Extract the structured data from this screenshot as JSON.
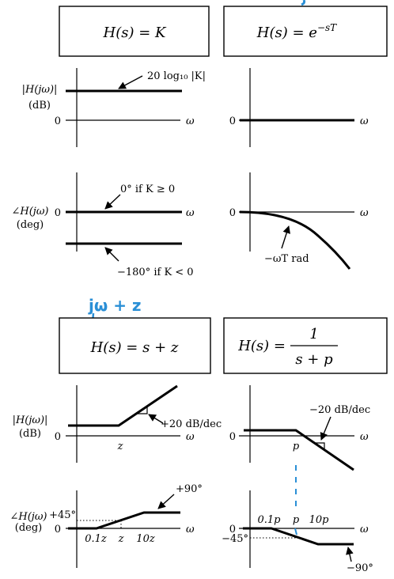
{
  "hand_note": "jω + z",
  "panels": {
    "gain": {
      "title": "H(s) = K",
      "mag_label": [
        "|H(jω)|",
        "(dB)"
      ],
      "mag_zero": "0",
      "mag_axis": "ω",
      "mag_annotation": "20 log₁₀ |K|",
      "phase_label": [
        "∠H(jω)",
        "(deg)"
      ],
      "phase_zero": "0",
      "phase_axis": "ω",
      "phase_note_pos": "0° if K ≥ 0",
      "phase_note_neg": "−180° if K < 0"
    },
    "delay": {
      "title": "H(s) = e",
      "title_sup": "−sT",
      "mag_zero": "0",
      "mag_axis": "ω",
      "phase_zero": "0",
      "phase_axis": "ω",
      "phase_note": "−ωT rad"
    },
    "zero": {
      "title": "H(s) = s + z",
      "mag_label": [
        "|H(jω)|",
        "(dB)"
      ],
      "mag_zero": "0",
      "mag_axis": "ω",
      "mag_tick": "z",
      "slope": "+20 dB/dec",
      "phase_label": [
        "∠H(jω)",
        "(deg)"
      ],
      "phase_zero": "0",
      "phase_axis": "ω",
      "phase_45": "+45°",
      "phase_90": "+90°",
      "ticks": [
        "0.1z",
        "z",
        "10z"
      ]
    },
    "pole": {
      "title_lhs": "H(s) =",
      "title_num": "1",
      "title_den": "s + p",
      "mag_zero": "0",
      "mag_axis": "ω",
      "mag_tick": "p",
      "slope": "−20 dB/dec",
      "phase_zero": "0",
      "phase_axis": "ω",
      "phase_45": "−45°",
      "phase_90": "−90°",
      "ticks": [
        "0.1p",
        "p",
        "10p"
      ]
    }
  }
}
